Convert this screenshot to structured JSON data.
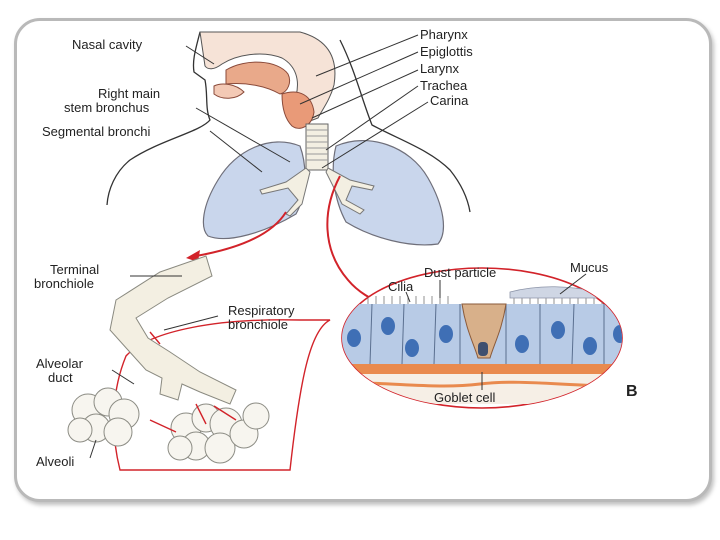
{
  "diagram": {
    "labels": {
      "nasal_cavity": "Nasal cavity",
      "pharynx": "Pharynx",
      "epiglottis": "Epiglottis",
      "larynx": "Larynx",
      "trachea": "Trachea",
      "carina": "Carina",
      "right_main_1": "Right main",
      "right_main_2": "stem bronchus",
      "segmental_bronchi": "Segmental bronchi",
      "terminal_1": "Terminal",
      "terminal_2": "bronchiole",
      "respiratory_1": "Respiratory",
      "respiratory_2": "bronchiole",
      "alveolar_1": "Alveolar",
      "alveolar_2": "duct",
      "alveoli": "Alveoli",
      "dust_particle": "Dust particle",
      "mucus": "Mucus",
      "cilia": "Cilia",
      "goblet_cell": "Goblet cell",
      "panel_b": "B"
    },
    "colors": {
      "lung_fill": "#c9d6ec",
      "lung_stroke": "#6f6f7a",
      "throat_fill": "#e9a98a",
      "airway_fill": "#f3efe2",
      "callout_red": "#d2232a",
      "cell_fill": "#b8cbe6",
      "nucleus": "#3f6fb5",
      "goblet": "#d8b08a",
      "basement": "#e98a4e"
    }
  }
}
